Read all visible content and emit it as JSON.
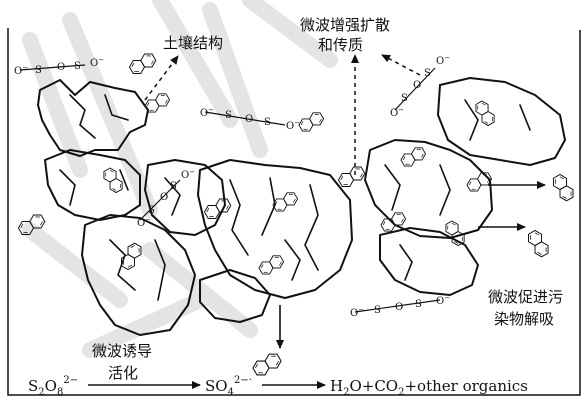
{
  "labels": {
    "soil_structure": "土壤结构",
    "mw_enhance_line1": "微波增强扩散",
    "mw_enhance_line2": "和传质",
    "mw_promote_line1": "微波促进污",
    "mw_promote_line2": "染物解吸",
    "mw_induce_line1": "微波诱导",
    "mw_induce_line2": "活化"
  },
  "equation": {
    "persulfate_base": "S",
    "persulfate_sub_s": "2",
    "persulfate_o": "O",
    "persulfate_sub_o": "8",
    "persulfate_charge": "2−",
    "sulfate_radical_base": "SO",
    "sulfate_radical_sub": "4",
    "sulfate_radical_charge": "2−·",
    "products_prefix": "H",
    "products_sub_h": "2",
    "products_mid": "O+CO",
    "products_sub_c": "2",
    "products_suffix": "+other organics"
  },
  "persulfate_atoms": {
    "o": "O",
    "s": "S",
    "o_minus": "O",
    "minus": "−"
  },
  "colors": {
    "ink": "#111111",
    "watermark": "#e4e4e4",
    "background": "#ffffff"
  }
}
